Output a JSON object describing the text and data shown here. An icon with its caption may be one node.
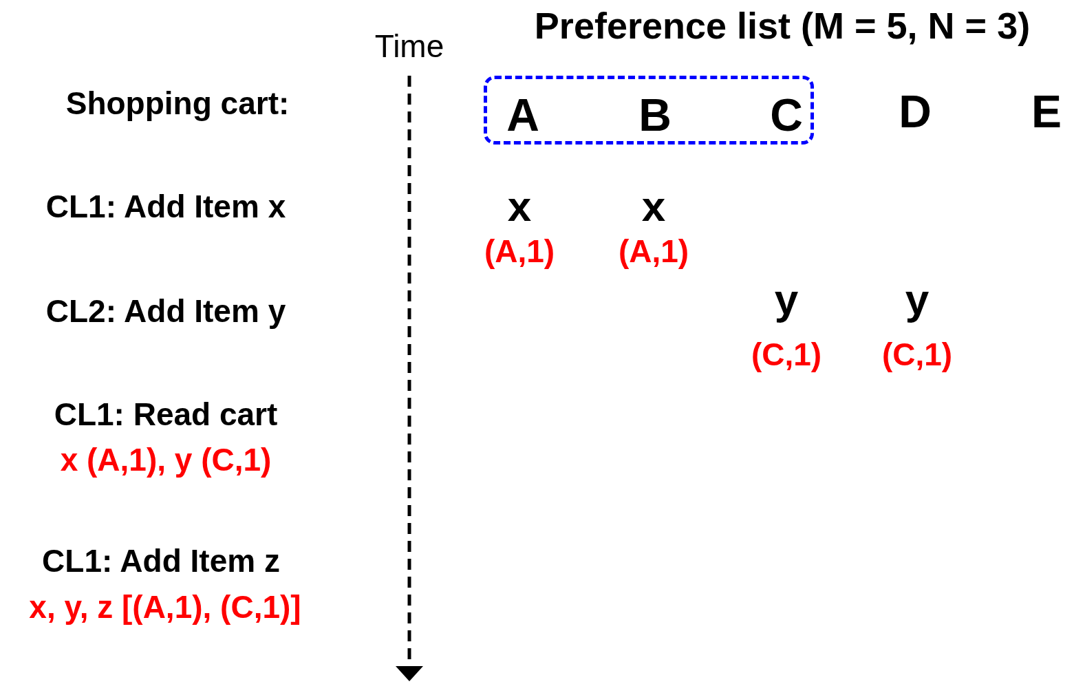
{
  "diagram": {
    "title": "Preference list (M = 5, N = 3)",
    "nodes": [
      {
        "text": [],
        "shape": "box"
      },
      {
        "text": [
          "A"
        ],
        "in": 0
      },
      {
        "text": [
          "B"
        ],
        "in": 0
      },
      {
        "text": [
          "C"
        ],
        "in": 0
      },
      {
        "text": [
          "D"
        ]
      },
      {
        "text": [
          "E"
        ]
      }
    ],
    "edges": [],
    "labels": [
      "Time",
      "Shopping cart:",
      "CL1: Add Item x",
      "x",
      "x",
      "(A,1)",
      "(A,1)",
      "CL2: Add Item y",
      "y",
      "y",
      "(C,1)",
      "(C,1)",
      "CL1: Read cart",
      "x (A,1), y (C,1)",
      "CL1: Add Item z",
      "x, y, z [(A,1), (C,1)]"
    ]
  }
}
